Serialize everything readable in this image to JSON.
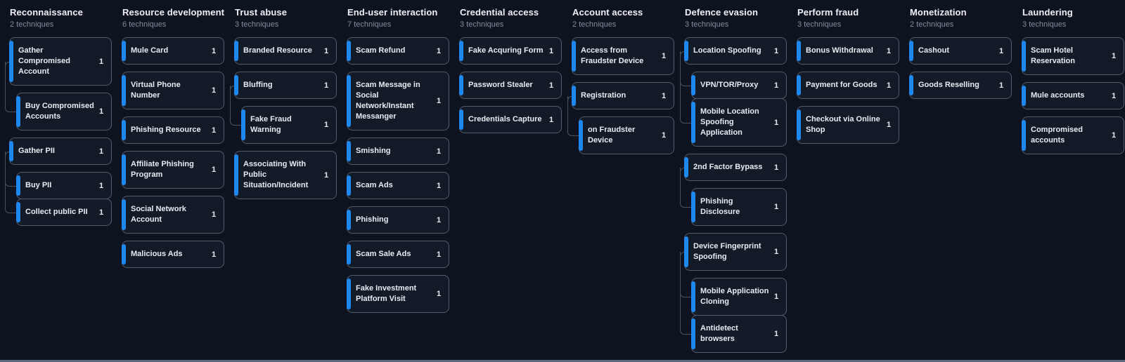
{
  "colors": {
    "background": "#0e1320",
    "card_background": "#131a28",
    "card_border": "#545c6c",
    "accent_blue": "#1e88f2",
    "title_text": "#eef1f5",
    "subtitle_text": "#848c9c",
    "card_text": "#e9ecf1",
    "connector_line": "#4a5363",
    "scrollbar": "#5c6980"
  },
  "columns": [
    {
      "title": "Reconnaissance",
      "subtitle": "2 techniques",
      "groups": [
        {
          "technique": {
            "name": "Gather Compromised Account",
            "count": "1"
          },
          "children": [
            {
              "name": "Buy Compromised Accounts",
              "count": "1"
            }
          ]
        },
        {
          "technique": {
            "name": "Gather PII",
            "count": "1"
          },
          "children": [
            {
              "name": "Buy PII",
              "count": "1"
            },
            {
              "name": "Collect public PII",
              "count": "1"
            }
          ]
        }
      ]
    },
    {
      "title": "Resource development",
      "subtitle": "6 techniques",
      "groups": [
        {
          "technique": {
            "name": "Mule Card",
            "count": "1"
          },
          "children": []
        },
        {
          "technique": {
            "name": "Virtual Phone Number",
            "count": "1"
          },
          "children": []
        },
        {
          "technique": {
            "name": "Phishing Resource",
            "count": "1"
          },
          "children": []
        },
        {
          "technique": {
            "name": "Affiliate Phishing Program",
            "count": "1"
          },
          "children": []
        },
        {
          "technique": {
            "name": "Social Network Account",
            "count": "1"
          },
          "children": []
        },
        {
          "technique": {
            "name": "Malicious Ads",
            "count": "1"
          },
          "children": []
        }
      ]
    },
    {
      "title": "Trust abuse",
      "subtitle": "3 techniques",
      "groups": [
        {
          "technique": {
            "name": "Branded Resource",
            "count": "1"
          },
          "children": []
        },
        {
          "technique": {
            "name": "Bluffing",
            "count": "1"
          },
          "children": [
            {
              "name": "Fake Fraud Warning",
              "count": "1"
            }
          ]
        },
        {
          "technique": {
            "name": "Associating With Public Situation/Incident",
            "count": "1"
          },
          "children": []
        }
      ]
    },
    {
      "title": "End-user interaction",
      "subtitle": "7 techniques",
      "groups": [
        {
          "technique": {
            "name": "Scam Refund",
            "count": "1"
          },
          "children": []
        },
        {
          "technique": {
            "name": "Scam Message in Social Network/Instant Messanger",
            "count": "1"
          },
          "children": []
        },
        {
          "technique": {
            "name": "Smishing",
            "count": "1"
          },
          "children": []
        },
        {
          "technique": {
            "name": "Scam Ads",
            "count": "1"
          },
          "children": []
        },
        {
          "technique": {
            "name": "Phishing",
            "count": "1"
          },
          "children": []
        },
        {
          "technique": {
            "name": "Scam Sale Ads",
            "count": "1"
          },
          "children": []
        },
        {
          "technique": {
            "name": "Fake Investment Platform Visit",
            "count": "1"
          },
          "children": []
        }
      ]
    },
    {
      "title": "Credential access",
      "subtitle": "3 techniques",
      "groups": [
        {
          "technique": {
            "name": "Fake Acquring Form",
            "count": "1"
          },
          "children": []
        },
        {
          "technique": {
            "name": "Password Stealer",
            "count": "1"
          },
          "children": []
        },
        {
          "technique": {
            "name": "Credentials Capture",
            "count": "1"
          },
          "children": []
        }
      ]
    },
    {
      "title": "Account access",
      "subtitle": "2 techniques",
      "groups": [
        {
          "technique": {
            "name": "Access from Fraudster Device",
            "count": "1"
          },
          "children": []
        },
        {
          "technique": {
            "name": "Registration",
            "count": "1"
          },
          "children": [
            {
              "name": "on Fraudster Device",
              "count": "1"
            }
          ]
        }
      ]
    },
    {
      "title": "Defence evasion",
      "subtitle": "3 techniques",
      "groups": [
        {
          "technique": {
            "name": "Location Spoofing",
            "count": "1"
          },
          "children": [
            {
              "name": "VPN/TOR/Proxy",
              "count": "1"
            },
            {
              "name": "Mobile Location Spoofing Application",
              "count": "1"
            }
          ]
        },
        {
          "technique": {
            "name": "2nd Factor Bypass",
            "count": "1"
          },
          "children": [
            {
              "name": "Phishing Disclosure",
              "count": "1"
            }
          ]
        },
        {
          "technique": {
            "name": "Device Fingerprint Spoofing",
            "count": "1"
          },
          "children": [
            {
              "name": "Mobile Application Cloning",
              "count": "1"
            },
            {
              "name": "Antidetect browsers",
              "count": "1"
            }
          ]
        }
      ]
    },
    {
      "title": "Perform fraud",
      "subtitle": "3 techniques",
      "groups": [
        {
          "technique": {
            "name": "Bonus Withdrawal",
            "count": "1"
          },
          "children": []
        },
        {
          "technique": {
            "name": "Payment for Goods",
            "count": "1"
          },
          "children": []
        },
        {
          "technique": {
            "name": "Checkout via Online Shop",
            "count": "1"
          },
          "children": []
        }
      ]
    },
    {
      "title": "Monetization",
      "subtitle": "2 techniques",
      "groups": [
        {
          "technique": {
            "name": "Cashout",
            "count": "1"
          },
          "children": []
        },
        {
          "technique": {
            "name": "Goods Reselling",
            "count": "1"
          },
          "children": []
        }
      ]
    },
    {
      "title": "Laundering",
      "subtitle": "3 techniques",
      "groups": [
        {
          "technique": {
            "name": "Scam Hotel Reservation",
            "count": "1"
          },
          "children": []
        },
        {
          "technique": {
            "name": "Mule accounts",
            "count": "1"
          },
          "children": []
        },
        {
          "technique": {
            "name": "Compromised accounts",
            "count": "1"
          },
          "children": []
        }
      ]
    }
  ]
}
